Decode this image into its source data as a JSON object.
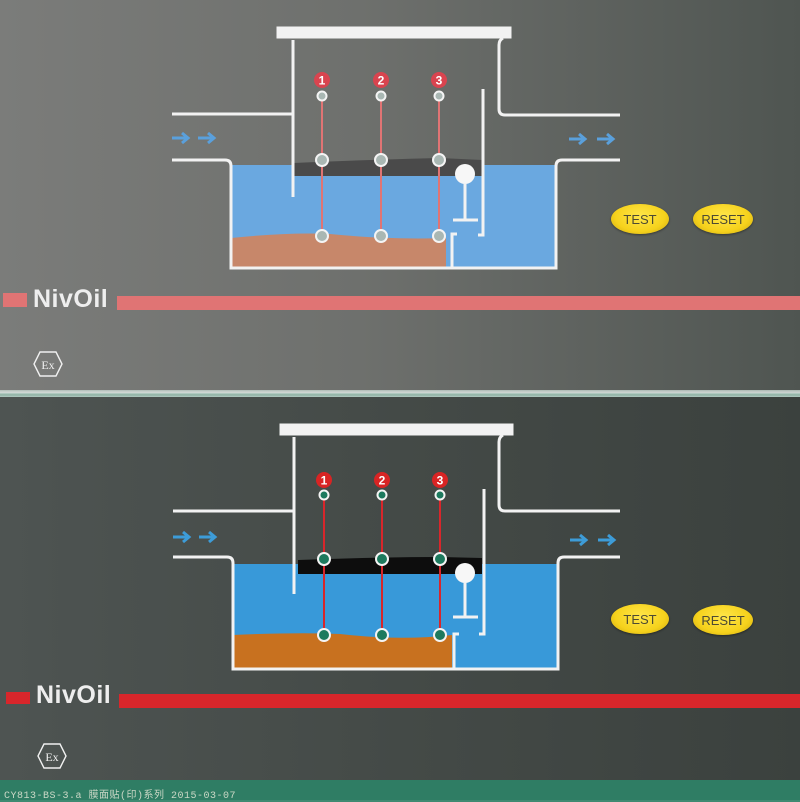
{
  "panels": [
    {
      "id": "top",
      "brand": "NivOil",
      "buttons": {
        "test": "TEST",
        "reset": "RESET"
      },
      "sensors": [
        {
          "label": "1"
        },
        {
          "label": "2"
        },
        {
          "label": "3"
        }
      ],
      "ex_mark": "Ex",
      "colors": {
        "water": "#6aa8e0",
        "oil": "#4a4a4a",
        "sludge": "#c7876a",
        "stripe": "#e07474",
        "sensor_badge": "#d9444f",
        "arrow": "#5aa0dc"
      }
    },
    {
      "id": "bottom",
      "brand": "NivOil",
      "buttons": {
        "test": "TEST",
        "reset": "RESET"
      },
      "sensors": [
        {
          "label": "1"
        },
        {
          "label": "2"
        },
        {
          "label": "3"
        }
      ],
      "ex_mark": "Ex",
      "colors": {
        "water": "#3899d9",
        "oil": "#0d0d0d",
        "sludge": "#c8711f",
        "stripe": "#d8262b",
        "sensor_badge": "#d82424",
        "arrow": "#3d9cd8"
      }
    }
  ],
  "footer": {
    "print_code": "CY813-BS-3.a 膜面贴(印)系列 2015-03-07"
  }
}
